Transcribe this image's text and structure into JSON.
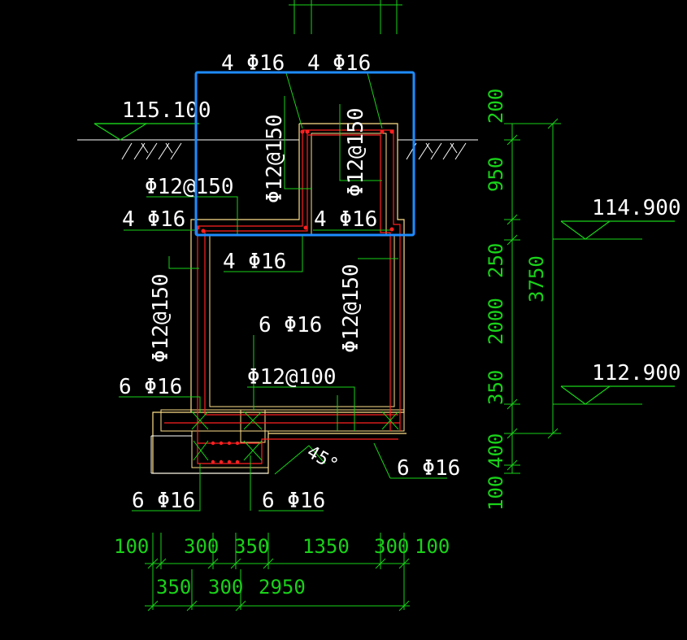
{
  "colors": {
    "background": "#000000",
    "outline": "#ffffff",
    "rebar": "#ff2020",
    "concrete": "#ffe08a",
    "dimension": "#19d219",
    "leader": "#19d219",
    "selection": "#1e8cff",
    "hatch": "#ffffff"
  },
  "elevations": {
    "ground": "115.100",
    "mid": "114.900",
    "bottom": "112.900"
  },
  "rebar_labels": {
    "top_left_4": "4 Φ16",
    "top_right_4": "4 Φ16",
    "inner_wall_left_dist": "Φ12@150",
    "inner_wall_right_dist": "Φ12@150",
    "step_dist": "Φ12@150",
    "step_left_4": "4 Φ16",
    "step_right_4": "4 Φ16",
    "step_under_4": "4 Φ16",
    "outer_left_dist": "Φ12@150",
    "outer_right_dist": "Φ12@150",
    "bottom_6_top": "6 Φ16",
    "bottom_dist": "Φ12@100",
    "bottom_left_6": "6 Φ16",
    "bottom_right_6": "6 Φ16",
    "bottom_left_corner_6": "6 Φ16",
    "bottom_center_6": "6 Φ16",
    "angle": "45°"
  },
  "dims_right": [
    "200",
    "950",
    "250",
    "2000",
    "350",
    "400",
    "100"
  ],
  "dim_total_right": "3750",
  "dims_bottom_1": [
    "100",
    "300",
    "350",
    "1350",
    "300",
    "100"
  ],
  "dims_bottom_2": [
    "350",
    "300",
    "2950"
  ]
}
